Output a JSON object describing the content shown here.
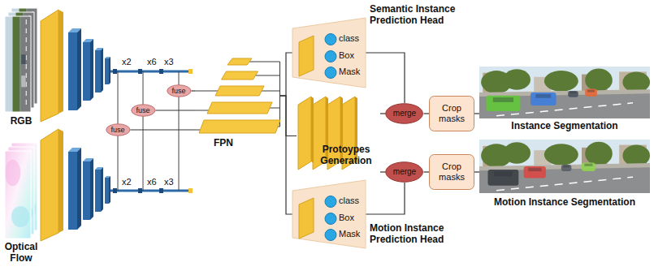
{
  "diagram": {
    "nodes": [
      {
        "text": [
          "RGB"
        ]
      },
      {
        "text": [
          "Optical Flow"
        ]
      },
      {
        "text": [
          "fuse"
        ]
      },
      {
        "text": [
          "fuse"
        ]
      },
      {
        "text": [
          "fuse"
        ]
      },
      {
        "text": [
          "FPN"
        ]
      },
      {
        "text": [
          "Semantic Instance Prediction Head",
          "class",
          "Box",
          "Mask"
        ]
      },
      {
        "text": [
          "Protoypes Generation"
        ]
      },
      {
        "text": [
          "Motion Instance Prediction Head",
          "class",
          "Box",
          "Mask"
        ]
      },
      {
        "text": [
          "merge"
        ]
      },
      {
        "text": [
          "merge"
        ]
      },
      {
        "text": [
          "Crop masks"
        ]
      },
      {
        "text": [
          "Crop masks"
        ]
      },
      {
        "text": [
          "Instance Segmentation"
        ]
      },
      {
        "text": [
          "Motion Instance Segmentation"
        ]
      }
    ],
    "edges": [
      {
        "from": 2,
        "to": 5,
        "arrow": "none"
      },
      {
        "from": 3,
        "to": 5,
        "arrow": "none"
      },
      {
        "from": 4,
        "to": 5,
        "arrow": "none"
      },
      {
        "from": 5,
        "to": 6,
        "arrow": "none"
      },
      {
        "from": 5,
        "to": 7,
        "arrow": "none"
      },
      {
        "from": 5,
        "to": 8,
        "arrow": "none"
      },
      {
        "from": 6,
        "to": 9,
        "arrow": "none"
      },
      {
        "from": 7,
        "to": 9,
        "arrow": "none"
      },
      {
        "from": 7,
        "to": 10,
        "arrow": "none"
      },
      {
        "from": 8,
        "to": 10,
        "arrow": "none"
      },
      {
        "from": 9,
        "to": 11,
        "arrow": "none"
      },
      {
        "from": 10,
        "to": 12,
        "arrow": "none"
      },
      {
        "from": 11,
        "to": 13,
        "arrow": "none"
      },
      {
        "from": 12,
        "to": 14,
        "arrow": "none"
      }
    ],
    "labels": [
      "x2",
      "x6",
      "x3",
      "x2",
      "x6",
      "x3"
    ]
  }
}
